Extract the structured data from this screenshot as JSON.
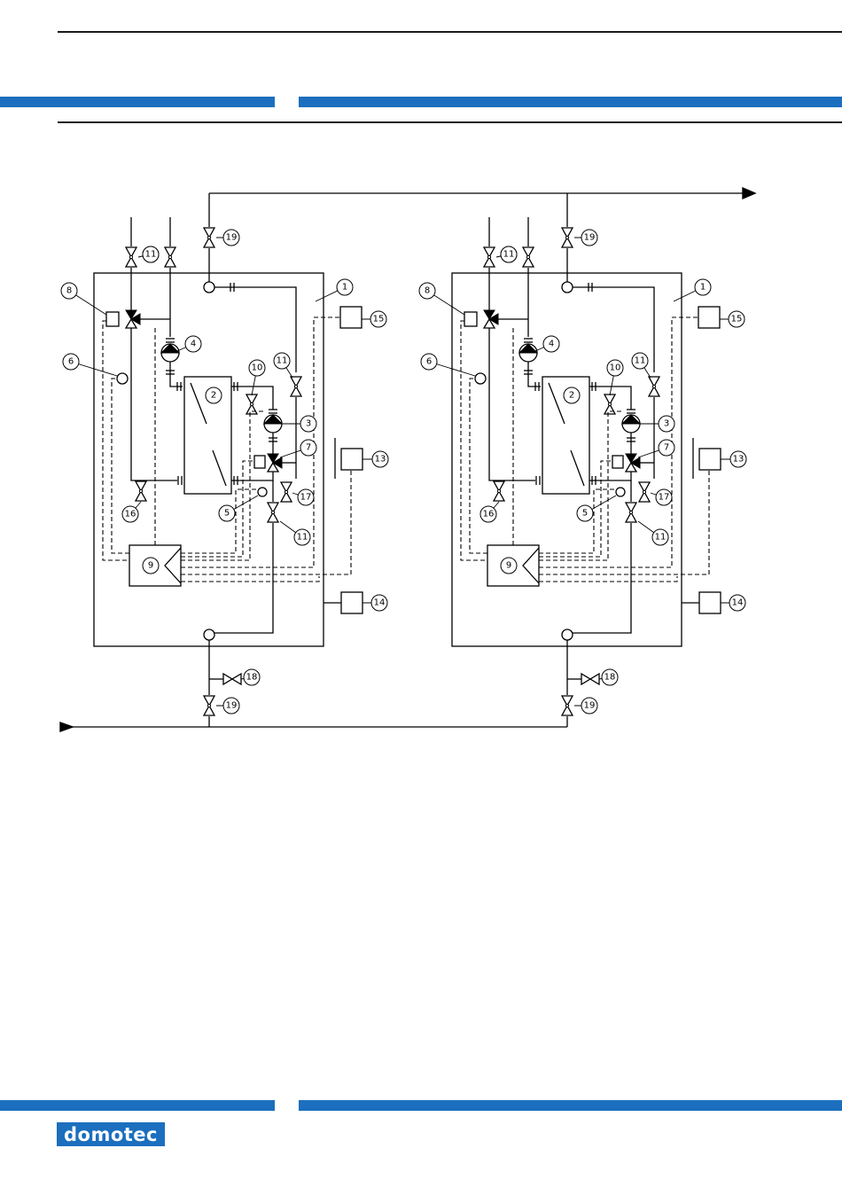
{
  "brand": {
    "logo_text": "domotec",
    "color": "#1b6fbe"
  },
  "colors": {
    "line": "#000000",
    "accent": "#1b6fbe"
  },
  "diagram": {
    "units": [
      {
        "id": "left",
        "labels": [
          "1",
          "2",
          "3",
          "4",
          "5",
          "6",
          "7",
          "8",
          "9",
          "10",
          "11",
          "11",
          "11",
          "11",
          "13",
          "14",
          "15",
          "16",
          "17",
          "18",
          "19",
          "19"
        ]
      },
      {
        "id": "right",
        "labels": [
          "1",
          "2",
          "3",
          "4",
          "5",
          "6",
          "7",
          "8",
          "9",
          "10",
          "11",
          "11",
          "11",
          "11",
          "13",
          "14",
          "15",
          "16",
          "17",
          "18",
          "19",
          "19"
        ]
      }
    ]
  }
}
